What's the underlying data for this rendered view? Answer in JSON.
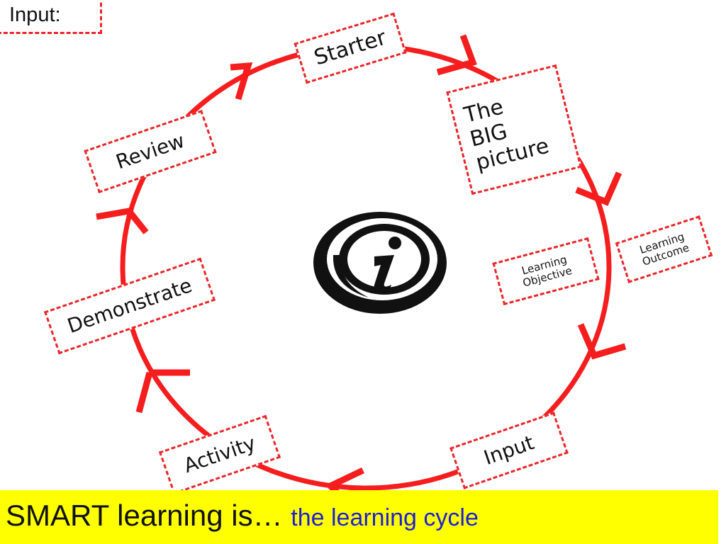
{
  "corner_label": "Input:",
  "steps": {
    "starter": "Starter",
    "big_picture": [
      "The",
      "BIG",
      "picture"
    ],
    "learning_objective": [
      "Learning",
      "Objective"
    ],
    "learning_outcome": [
      "Learning",
      "Outcome"
    ],
    "input": "Input",
    "activity": "Activity",
    "demonstrate": "Demonstrate",
    "review": "Review"
  },
  "center_icon": "info-icon",
  "banner": {
    "lead": "SMART learning is… ",
    "tail": "the learning cycle"
  },
  "colors": {
    "cycle": "#f51d1d",
    "border": "#e8262a",
    "banner_bg": "#ffff00",
    "banner_tail": "#1f1fd6"
  }
}
